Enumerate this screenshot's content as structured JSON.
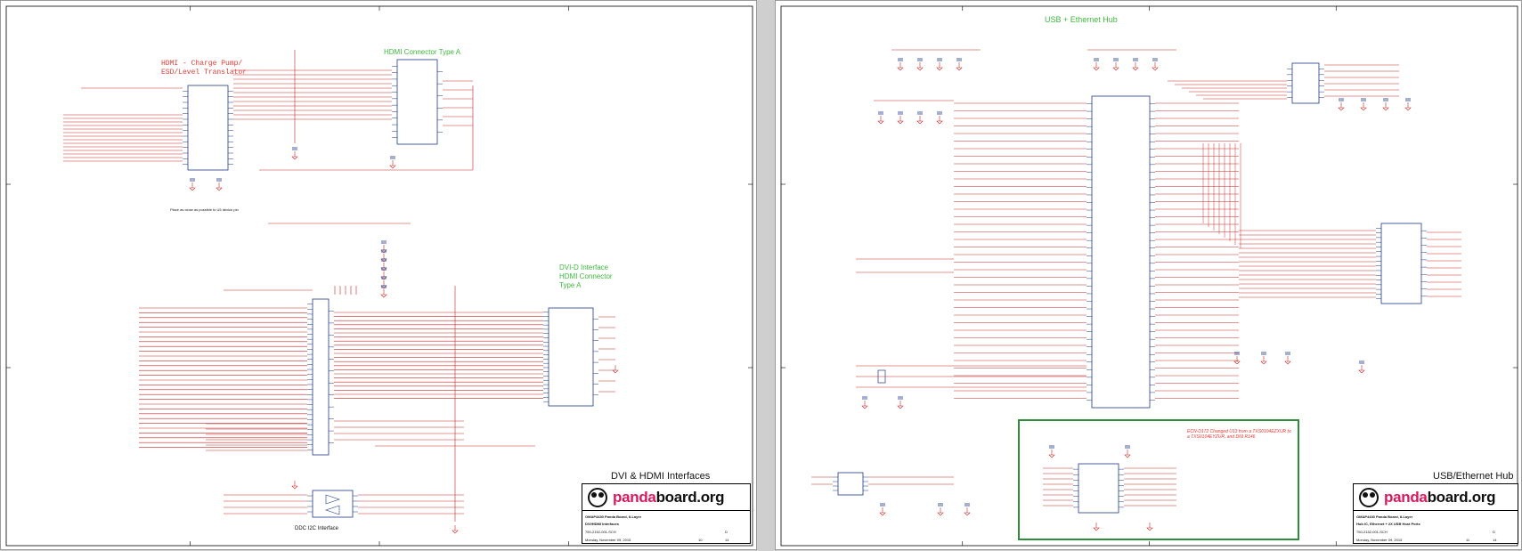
{
  "sheet1": {
    "title": "DVI & HDMI Interfaces",
    "labels": {
      "hdmi_pump": "HDMI - Charge Pump/ ESD/Level Translator",
      "hdmi_connector": "HDMI Connector Type A",
      "dvi_connector": "DVI-D Interface HDMI Connector Type A",
      "ddc_interface": "DDC I2C Interface",
      "place_note": "Place as close as possible to U5 device pin"
    },
    "logo": {
      "prefix": "panda",
      "suffix": "board.org"
    },
    "title_block": {
      "project": "OMAP4430 Panda Board, 8-Layer",
      "sheet_name": "DVI/HDMI Interfaces",
      "doc_no": "750-2152-001-SCH",
      "rev": "D",
      "date": "Monday, November 09, 2015",
      "sheet": "10",
      "of": "14"
    }
  },
  "sheet2": {
    "title": "USB/Ethernet Hub",
    "header": "USB + Ethernet Hub",
    "ecn_note": "ECN-D172 Changed U13 from a TXS0104EZXUR to a TXS0104EYZUR, and DNI R146",
    "logo": {
      "prefix": "panda",
      "suffix": "board.org"
    },
    "title_block": {
      "project": "OMAP4430 Panda Board, 8-Layer",
      "sheet_name": "Hub IC, Ethernet + 2X USB Host Ports",
      "doc_no": "750-2152-001-SCH",
      "rev": "D",
      "date": "Monday, November 09, 2015",
      "sheet": "11",
      "of": "14"
    }
  }
}
